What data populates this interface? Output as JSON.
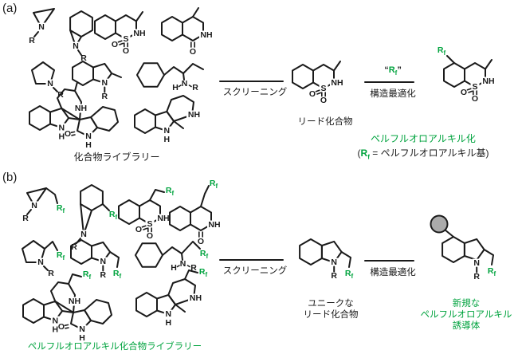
{
  "colors": {
    "green_accent": "#00a33e",
    "ring_blue": "#abc3e8",
    "ring_pink": "#fad6d1",
    "ring_orange": "#f6c795",
    "ring_gray": "#d0d0d0",
    "sphere_gray": "#ababab",
    "bond_black": "#1a1a1a"
  },
  "atoms": {
    "N": "N",
    "H": "H",
    "R": "R",
    "S": "S",
    "O": "O",
    "NH": "NH",
    "Rf_main": "R",
    "Rf_sub": "f"
  },
  "panel_a": {
    "label": "(a)",
    "library_caption": "化合物ライブラリー",
    "screening_label": "スクリーニング",
    "lead_caption": "リード化合物",
    "rf_quote": {
      "open": "“",
      "close": "”"
    },
    "optimization_label": "構造最適化",
    "caption_green": "ペルフルオロアルキル化",
    "caption_sub": {
      "open": "(",
      "eq": " = ペルフルオロアルキル基)"
    }
  },
  "panel_b": {
    "label": "(b)",
    "library_caption": "ペルフルオロアルキル化合物ライブラリー",
    "screening_label": "スクリーニング",
    "optimization_label": "構造最適化",
    "lead_caption_1": "ユニークな",
    "lead_caption_2": "リード化合物",
    "product_caption_1": "新規な",
    "product_caption_2": "ペルフルオロアルキル",
    "product_caption_3": "誘導体"
  }
}
